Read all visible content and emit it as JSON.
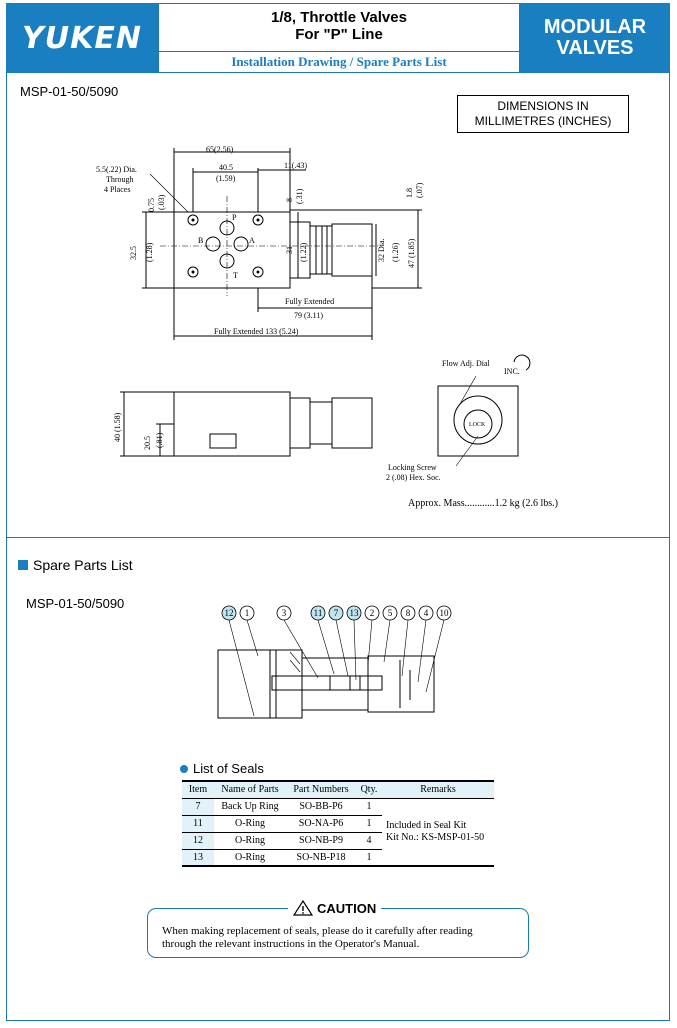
{
  "header": {
    "logo": "YUKEN",
    "title_line1": "1/8, Throttle Valves",
    "title_line2": "For \"P\" Line",
    "subtitle": "Installation Drawing / Spare Parts List",
    "category_line1": "MODULAR",
    "category_line2": "VALVES"
  },
  "drawing": {
    "model": "MSP-01-50/5090",
    "dimensions_note_line1": "DIMENSIONS IN",
    "dimensions_note_line2": "MILLIMETRES (INCHES)",
    "dims": {
      "d65": "65(2.56)",
      "d40_5": "40.5",
      "d40_5_in": "(1.59)",
      "d11": "11(.43)",
      "hole_line1": "5.5(.22) Dia.",
      "hole_line2": "Through",
      "hole_line3": "4 Places",
      "d0_75": "0.75",
      "d0_75_in": "(.03)",
      "d8": "8",
      "d8_in": "(.31)",
      "d1_8": "1.8",
      "d1_8_in": "(.07)",
      "d32_5": "32.5",
      "d32_5_in": "(1.28)",
      "d31": "31",
      "d31_in": "(1.22)",
      "d32dia": "32 Dia.",
      "d32dia_in": "(1.26)",
      "d47": "47 (1.85)",
      "port_p": "P",
      "port_b": "B",
      "port_a": "A",
      "port_t": "T",
      "fully_extended_1": "Fully Extended",
      "d79": "79 (3.11)",
      "fully_extended_133": "Fully Extended  133 (5.24)",
      "d40": "40 (1.58)",
      "d20_5": "20.5",
      "d20_5_in": "(.81)",
      "flow_adj": "Flow Adj. Dial",
      "inc": "INC.",
      "lock": "LOCK",
      "locking_line1": "Locking Screw",
      "locking_line2": "2 (.08) Hex. Soc.",
      "mass": "Approx. Mass............1.2 kg (2.6 lbs.)"
    }
  },
  "spare": {
    "heading": "Spare Parts List",
    "model": "MSP-01-50/5090",
    "callouts": [
      "12",
      "1",
      "3",
      "11",
      "7",
      "13",
      "2",
      "5",
      "8",
      "4",
      "10"
    ],
    "seals_heading": "List of Seals",
    "columns": [
      "Item",
      "Name of Parts",
      "Part Numbers",
      "Qty.",
      "Remarks"
    ],
    "rows": [
      {
        "item": "7",
        "name": "Back Up Ring",
        "part": "SO-BB-P6",
        "qty": "1"
      },
      {
        "item": "11",
        "name": "O-Ring",
        "part": "SO-NA-P6",
        "qty": "1"
      },
      {
        "item": "12",
        "name": "O-Ring",
        "part": "SO-NB-P9",
        "qty": "4"
      },
      {
        "item": "13",
        "name": "O-Ring",
        "part": "SO-NB-P18",
        "qty": "1"
      }
    ],
    "remarks_line1": "Included in Seal Kit",
    "remarks_line2": "Kit No.: KS-MSP-01-50"
  },
  "caution": {
    "title": "CAUTION",
    "line1": "When making replacement of seals, please do it carefully after reading",
    "line2": "through the relevant instructions in the Operator's Manual."
  },
  "colors": {
    "brand": "#1a7fc0",
    "highlight": "#bfe6f0"
  }
}
